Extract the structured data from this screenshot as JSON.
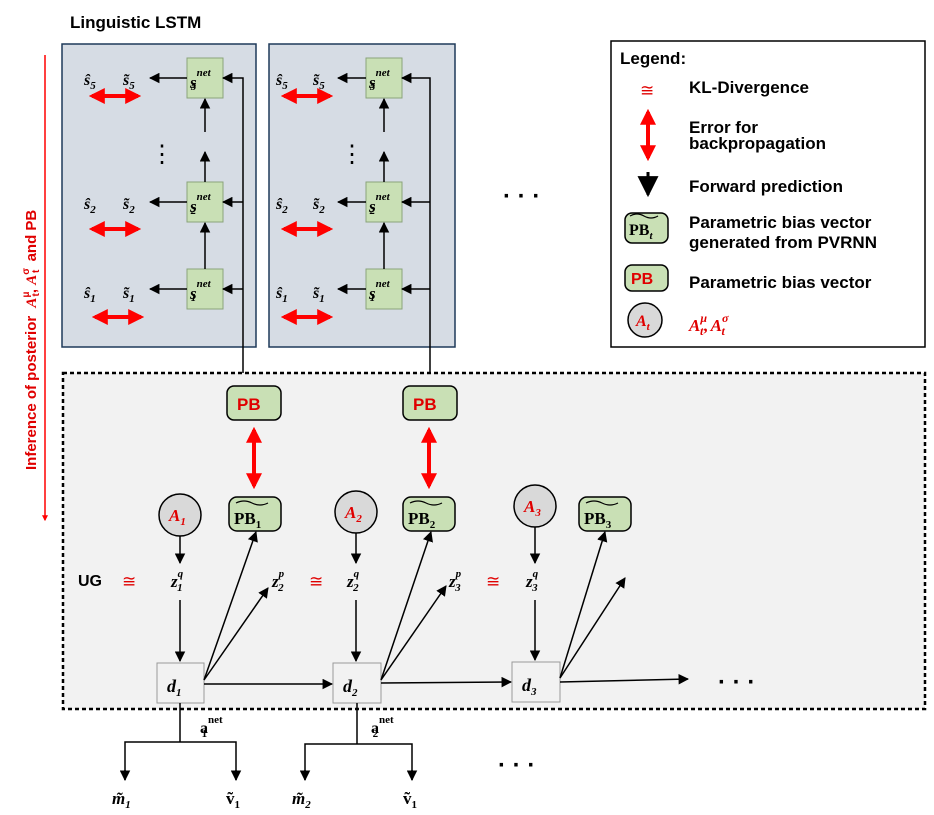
{
  "title": "Linguistic LSTM",
  "side_label": "Inference of posterior",
  "side_label_math": "A",
  "side_label_sup1": "μ",
  "side_label_sub": "t",
  "side_label_sup2": "σ",
  "side_label_tail": "and PB",
  "legend": {
    "title": "Legend:",
    "kl_symbol": "≅",
    "kl_label": "KL-Divergence",
    "error_label_line1": "Error for",
    "error_label_line2": "backpropagation",
    "forward_label": "Forward prediction",
    "pbt_box": "PB",
    "pbt_sub": "t",
    "pbt_label_line1": "Parametric bias vector",
    "pbt_label_line2": "generated from PVRNN",
    "pb_box": "PB",
    "pb_label": "Parametric bias vector",
    "at_circle": "A",
    "at_sub": "t",
    "at_label_A": "A",
    "at_label_mu": "μ",
    "at_label_sigma": "σ",
    "at_label_t": "t"
  },
  "lstm": {
    "s_hat": "ŝ",
    "s_tilde": "s̃",
    "s_net_sup": "net",
    "s_net": "s",
    "vdots": "⋮",
    "indices": [
      "1",
      "2",
      "5"
    ],
    "ellipsis": "· · ·"
  },
  "ug": {
    "label": "UG",
    "kl": "≅",
    "pb": "PB",
    "A": [
      "A",
      "A",
      "A"
    ],
    "A_sub": [
      "1",
      "2",
      "3"
    ],
    "pbt": [
      "PB",
      "PB",
      "PB"
    ],
    "z": "z",
    "z_q": "q",
    "z_p": "p",
    "z_sub": [
      "1",
      "2",
      "3"
    ],
    "zp_sub": [
      "2",
      "3"
    ],
    "d": "d",
    "d_sub": [
      "1",
      "2",
      "3"
    ],
    "ellipsis": "· · ·"
  },
  "outputs": {
    "a": "a",
    "a_sup": "net",
    "a_sub": [
      "1",
      "2"
    ],
    "m": "m̃",
    "v": "ṽ",
    "m_sub": [
      "1",
      "2"
    ],
    "v_sub": [
      "1",
      "1"
    ],
    "ellipsis": "· · ·"
  }
}
